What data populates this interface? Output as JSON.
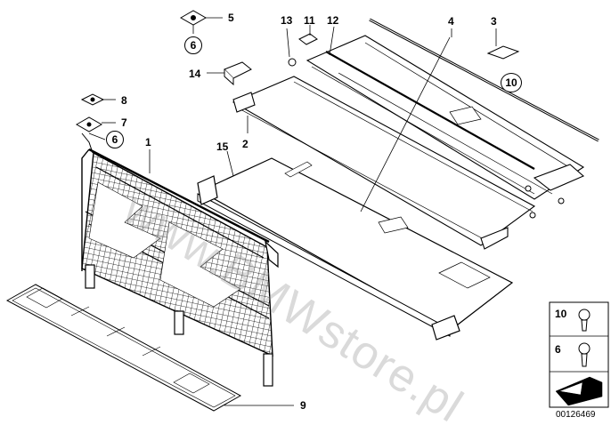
{
  "watermark": "www.BMWstore.pl",
  "labels": {
    "n1": "1",
    "n2": "2",
    "n3": "3",
    "n4": "4",
    "n5": "5",
    "n6a": "6",
    "n6b": "6",
    "n7": "7",
    "n8": "8",
    "n9": "9",
    "n10": "10",
    "n11": "11",
    "n12": "12",
    "n13": "13",
    "n14": "14",
    "n15": "15"
  },
  "legend": {
    "item_a": "10",
    "item_b": "6"
  },
  "doc_number": "00126469"
}
